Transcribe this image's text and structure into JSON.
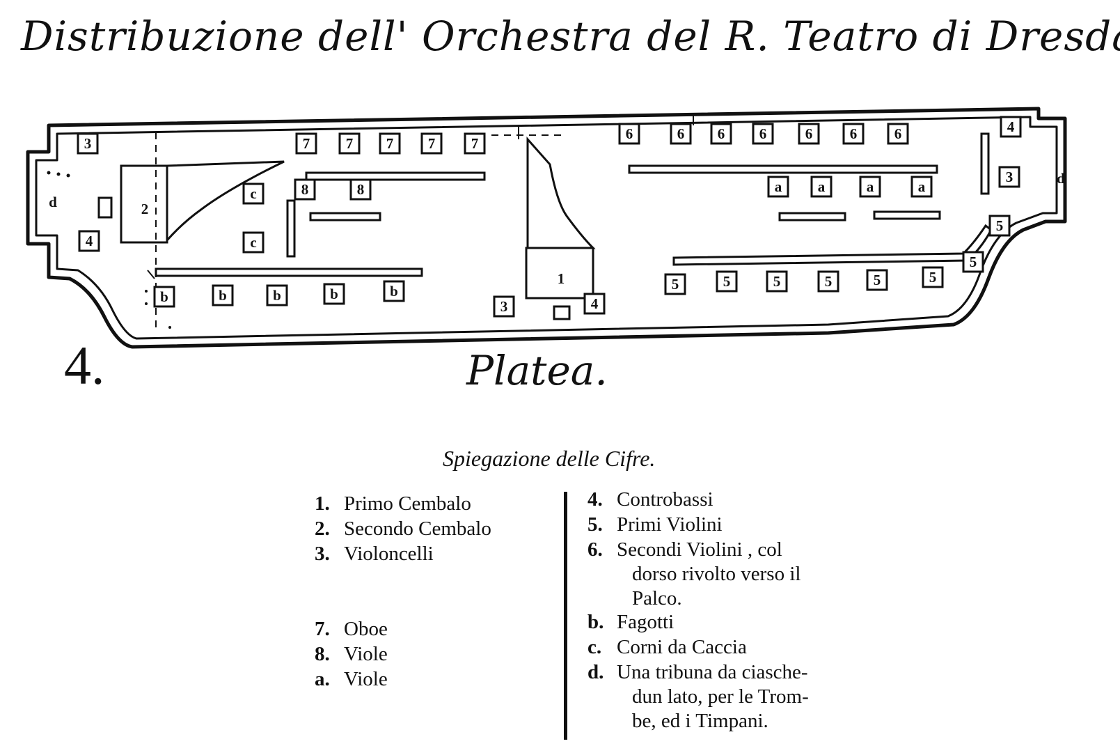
{
  "title": "Distribuzione dell' Orchestra del R. Teatro di Dresda.",
  "plate_number": "4.",
  "platea_label": "Platea.",
  "legend": {
    "title": "Spiegazione delle Cifre.",
    "left": [
      {
        "key": "1.",
        "text": "Primo Cembalo"
      },
      {
        "key": "2.",
        "text": "Secondo Cembalo"
      },
      {
        "key": "3.",
        "text": "Violoncelli"
      },
      {
        "key": "7.",
        "text": "Oboe"
      },
      {
        "key": "8.",
        "text": "Viole"
      },
      {
        "key": "a.",
        "text": "Viole"
      }
    ],
    "right": [
      {
        "key": "4.",
        "text": "Controbassi"
      },
      {
        "key": "5.",
        "text": "Primi Violini"
      },
      {
        "key": "6.",
        "text": "Secondi Violini , col",
        "cont": [
          "dorso rivolto verso il",
          "Palco."
        ]
      },
      {
        "key": "b.",
        "text": "Fagotti"
      },
      {
        "key": "c.",
        "text": "Corni da Caccia"
      },
      {
        "key": "d.",
        "text": "Una tribuna da ciasche-",
        "cont": [
          "dun lato, per le Trom-",
          "be, ed i Timpani."
        ]
      }
    ]
  },
  "seat_labels": {
    "primo_cembalo": "1",
    "secondo_cembalo": "2",
    "violoncello": "3",
    "contrabbasso": "4",
    "primo_violino": "5",
    "secondo_violino": "6",
    "oboe": "7",
    "viola_8": "8",
    "viola_a": "a",
    "fagotto": "b",
    "corno": "c",
    "tribuna": "d"
  }
}
